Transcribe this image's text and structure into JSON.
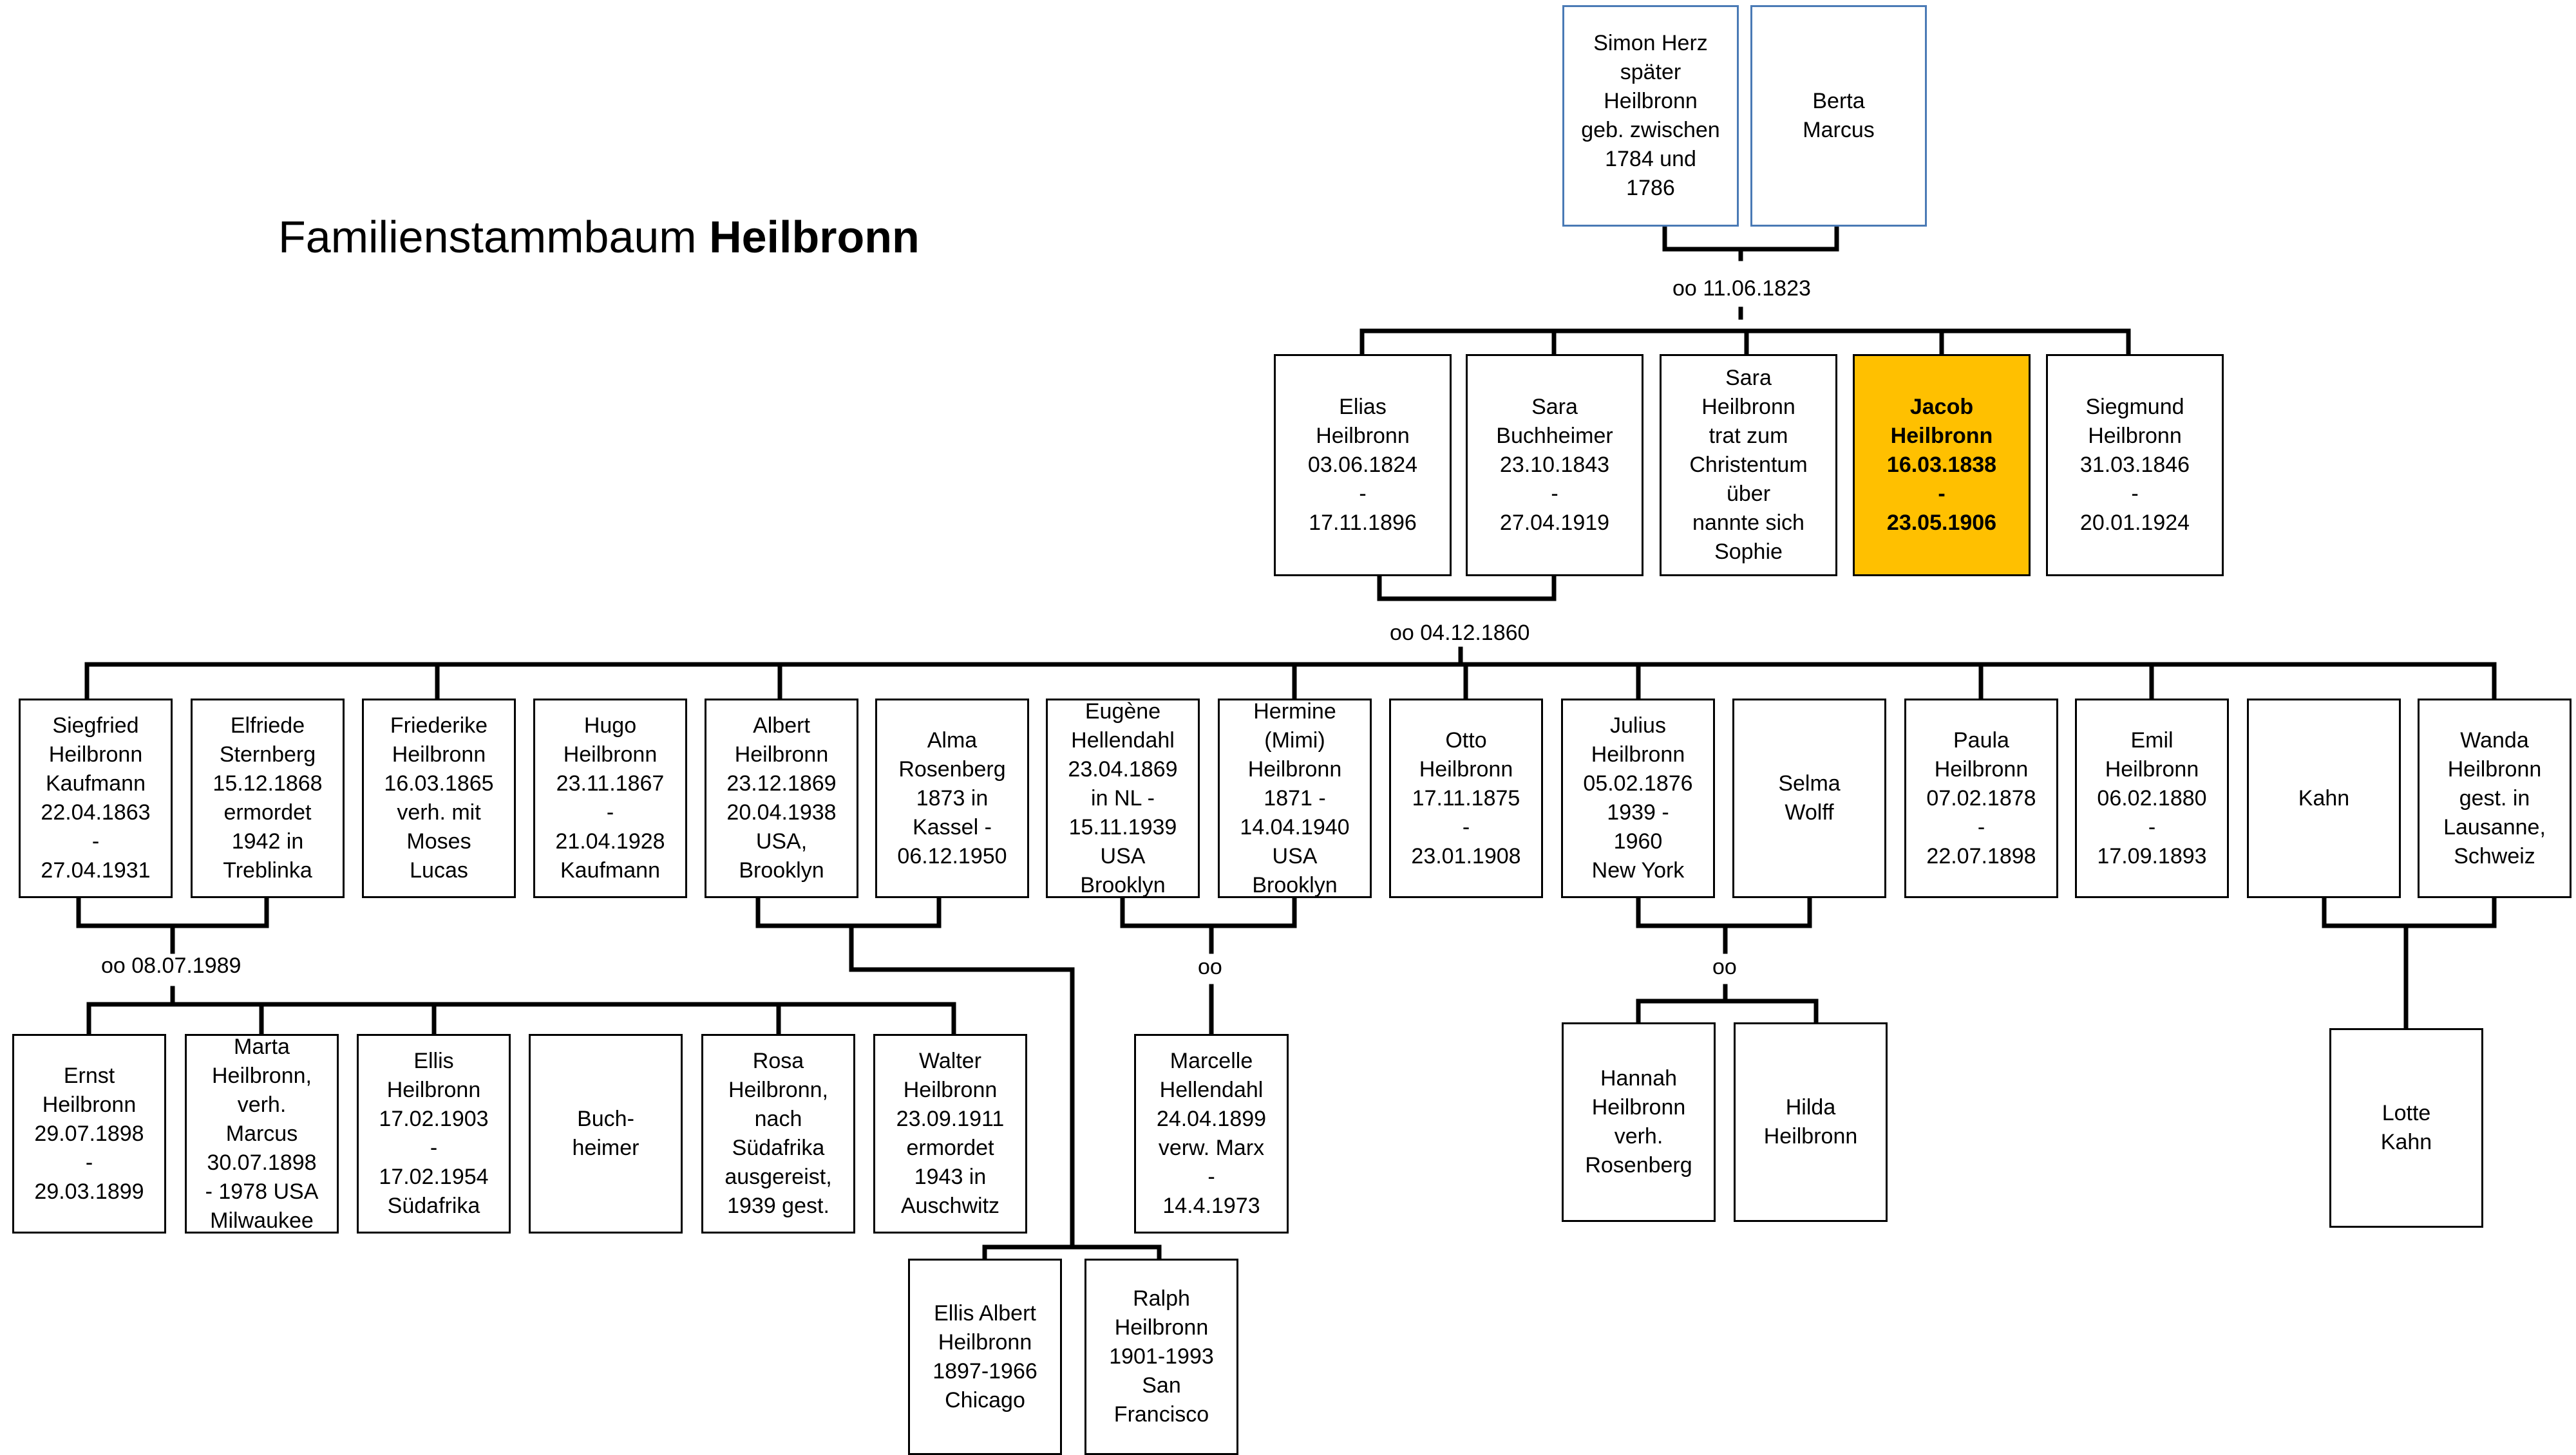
{
  "title": {
    "text": "Familienstammbaum ",
    "bold": "Heilbronn"
  },
  "nodes": [
    {
      "id": "simon-herz",
      "text": "Simon Herz\nspäter\nHeilbronn\ngeb. zwischen\n1784 und\n1786",
      "style": "blue"
    },
    {
      "id": "berta-marcus",
      "text": "Berta\nMarcus",
      "style": "blue"
    },
    {
      "id": "elias-heilbronn",
      "text": "Elias\nHeilbronn\n03.06.1824\n-\n17.11.1896"
    },
    {
      "id": "sara-buchheimer",
      "text": "Sara\nBuchheimer\n23.10.1843\n-\n27.04.1919"
    },
    {
      "id": "sara-heilbronn",
      "text": "Sara\nHeilbronn\ntrat zum\nChristentum\nüber\nnannte sich\nSophie"
    },
    {
      "id": "jacob-heilbronn",
      "text": "Jacob\nHeilbronn\n16.03.1838\n-\n23.05.1906",
      "style": "highlight"
    },
    {
      "id": "siegmund-heilbronn",
      "text": "Siegmund\nHeilbronn\n31.03.1846\n-\n20.01.1924"
    },
    {
      "id": "siegfried-heilbronn",
      "text": "Siegfried\nHeilbronn\nKaufmann\n22.04.1863\n-\n27.04.1931"
    },
    {
      "id": "elfriede-sternberg",
      "text": "Elfriede\nSternberg\n15.12.1868\nermordet\n1942 in\nTreblinka"
    },
    {
      "id": "friederike-heilbronn",
      "text": "Friederike\nHeilbronn\n16.03.1865\nverh. mit\nMoses\nLucas"
    },
    {
      "id": "hugo-heilbronn",
      "text": "Hugo\nHeilbronn\n23.11.1867\n-\n21.04.1928\nKaufmann"
    },
    {
      "id": "albert-heilbronn",
      "text": "Albert\nHeilbronn\n23.12.1869\n20.04.1938\nUSA,\nBrooklyn"
    },
    {
      "id": "alma-rosenberg",
      "text": "Alma\nRosenberg\n1873 in\nKassel -\n06.12.1950"
    },
    {
      "id": "eugene-hellendahl",
      "text": "Eugène\nHellendahl\n23.04.1869\nin NL -\n15.11.1939\nUSA\nBrooklyn"
    },
    {
      "id": "hermine-heilbronn",
      "text": "Hermine\n(Mimi)\nHeilbronn\n1871 -\n14.04.1940\nUSA\nBrooklyn"
    },
    {
      "id": "otto-heilbronn",
      "text": "Otto\nHeilbronn\n17.11.1875\n-\n23.01.1908"
    },
    {
      "id": "julius-heilbronn",
      "text": "Julius\nHeilbronn\n05.02.1876\n1939 -\n1960\nNew York"
    },
    {
      "id": "selma-wolff",
      "text": "Selma\nWolff"
    },
    {
      "id": "paula-heilbronn",
      "text": "Paula\nHeilbronn\n07.02.1878\n-\n22.07.1898"
    },
    {
      "id": "emil-heilbronn",
      "text": "Emil\nHeilbronn\n06.02.1880\n-\n17.09.1893"
    },
    {
      "id": "kahn",
      "text": "Kahn"
    },
    {
      "id": "wanda-heilbronn",
      "text": "Wanda\nHeilbronn\ngest. in\nLausanne,\nSchweiz"
    },
    {
      "id": "ernst-heilbronn",
      "text": "Ernst\nHeilbronn\n29.07.1898\n-\n29.03.1899"
    },
    {
      "id": "marta-heilbronn",
      "text": "Marta\nHeilbronn,\nverh.\nMarcus\n30.07.1898\n- 1978 USA\nMilwaukee"
    },
    {
      "id": "ellis-heilbronn",
      "text": "Ellis\nHeilbronn\n17.02.1903\n-\n17.02.1954\nSüdafrika"
    },
    {
      "id": "buchheimer",
      "text": "Buch-\nheimer"
    },
    {
      "id": "rosa-heilbronn",
      "text": "Rosa\nHeilbronn,\nnach\nSüdafrika\nausgereist,\n1939 gest."
    },
    {
      "id": "walter-heilbronn",
      "text": "Walter\nHeilbronn\n23.09.1911\nermordet\n1943 in\nAuschwitz"
    },
    {
      "id": "marcelle-hellendahl",
      "text": "Marcelle\nHellendahl\n24.04.1899\nverw. Marx\n-\n14.4.1973"
    },
    {
      "id": "hannah-heilbronn",
      "text": "Hannah\nHeilbronn\nverh.\nRosenberg"
    },
    {
      "id": "hilda-heilbronn",
      "text": "Hilda\nHeilbronn"
    },
    {
      "id": "lotte-kahn",
      "text": "Lotte\nKahn"
    },
    {
      "id": "ellis-albert-heilbronn",
      "text": "Ellis Albert\nHeilbronn\n1897-1966\nChicago"
    },
    {
      "id": "ralph-heilbronn",
      "text": "Ralph\nHeilbronn\n1901-1993\nSan\nFrancisco"
    }
  ],
  "marriage_labels": [
    {
      "id": "marriage-1823",
      "text": "oo 11.06.1823"
    },
    {
      "id": "marriage-1860",
      "text": "oo 04.12.1860"
    },
    {
      "id": "marriage-1989",
      "text": "oo 08.07.1989"
    },
    {
      "id": "marriage-hellendahl",
      "text": "oo"
    },
    {
      "id": "marriage-julius",
      "text": "oo"
    }
  ],
  "colors": {
    "line": "#000000",
    "box_border": "#000000",
    "ancestor_border": "#4a7ab5",
    "highlight": "#ffc000"
  }
}
